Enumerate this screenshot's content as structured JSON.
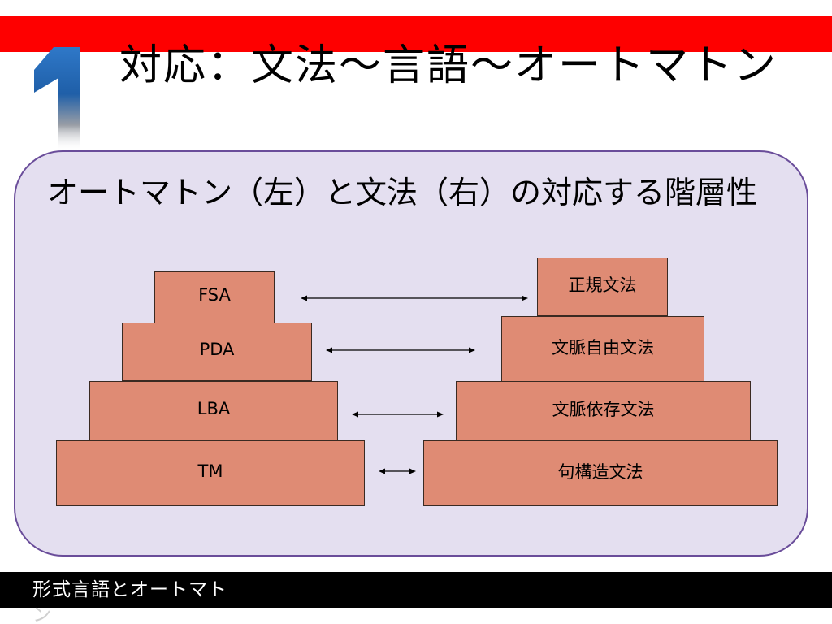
{
  "slide": {
    "number": "1",
    "title": "対応：文法～言語～オートマトン",
    "subtitle": "オートマトン（左）と文法（右）の対応する階層性"
  },
  "automata": [
    {
      "label": "FSA"
    },
    {
      "label": "PDA"
    },
    {
      "label": "LBA"
    },
    {
      "label": "TM"
    }
  ],
  "grammars": [
    {
      "label": "正規文法"
    },
    {
      "label": "文脈自由文法"
    },
    {
      "label": "文脈依存文法"
    },
    {
      "label": "句構造文法"
    }
  ],
  "footer": {
    "text": "形式言語とオートマト",
    "overflow_text": "ン"
  },
  "colors": {
    "top_band": "#fe0000",
    "box_fill": "#df8b74",
    "panel_fill": "#e4dff0",
    "panel_border": "#6a4d9a",
    "number_blue": "#1f5fa8"
  }
}
